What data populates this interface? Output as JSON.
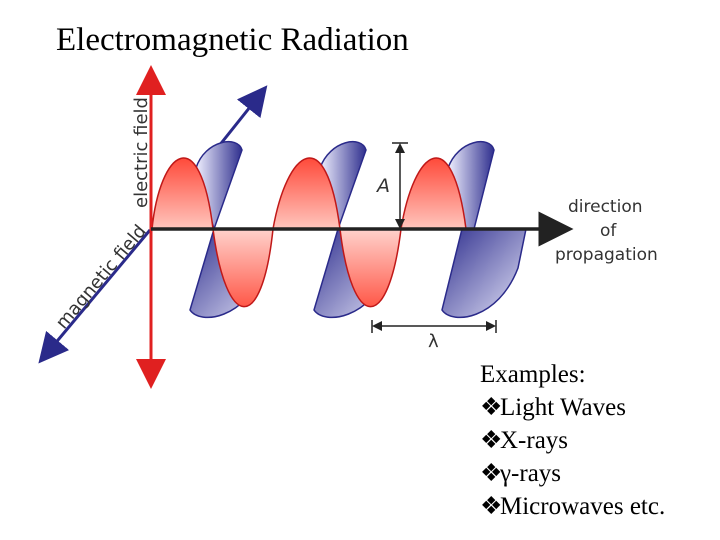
{
  "slide": {
    "title": "Electromagnetic Radiation"
  },
  "diagram": {
    "labels": {
      "electric_field": "electric field",
      "magnetic_field": "magnetic field",
      "amplitude": "A",
      "wavelength": "λ",
      "direction_line1": "direction",
      "direction_line2": "of",
      "direction_line3": "propagation"
    },
    "colors": {
      "electric": "#e02020",
      "magnetic": "#2a2a8a",
      "axis": "#222222"
    }
  },
  "examples": {
    "heading": "Examples:",
    "bullet": "❖",
    "items": [
      "Light Waves",
      "X-rays",
      "γ-rays",
      "Microwaves etc."
    ]
  }
}
